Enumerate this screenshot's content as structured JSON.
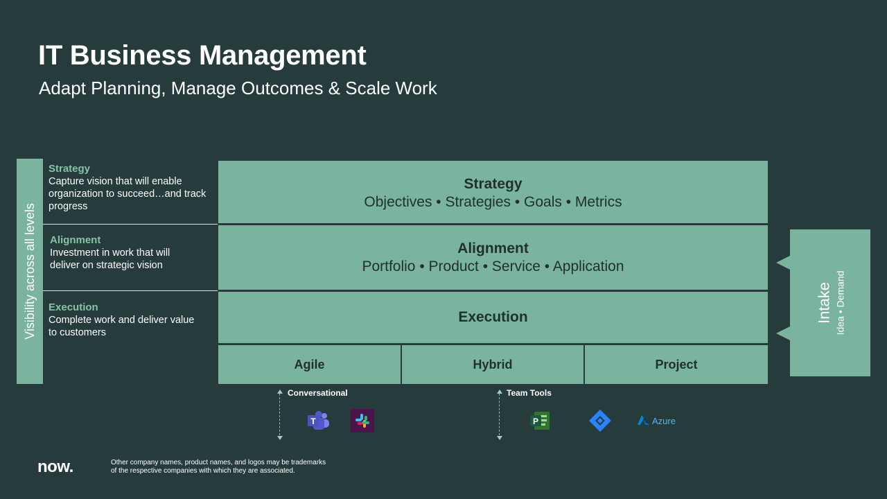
{
  "title": "IT Business Management",
  "subtitle": "Adapt Planning, Manage Outcomes & Scale Work",
  "visibility_label": "Visibility across all levels",
  "left_sections": [
    {
      "heading": "Strategy",
      "text": "Capture vision that will enable organization to succeed…and track progress"
    },
    {
      "heading": "Alignment",
      "text": "Investment in work that will deliver on strategic vision"
    },
    {
      "heading": "Execution",
      "text": "Complete work and deliver value to customers"
    }
  ],
  "blocks": {
    "strategy": {
      "title": "Strategy",
      "items": "Objectives • Strategies • Goals • Metrics"
    },
    "alignment": {
      "title": "Alignment",
      "items": "Portfolio • Product • Service • Application"
    },
    "execution": {
      "title": "Execution"
    },
    "methods": [
      "Agile",
      "Hybrid",
      "Project"
    ]
  },
  "intake": {
    "title": "Intake",
    "items": "Idea • Demand"
  },
  "tools": {
    "conversational": {
      "label": "Conversational",
      "logos": [
        "teams-icon",
        "slack-icon"
      ]
    },
    "team_tools": {
      "label": "Team Tools",
      "logos": [
        "ms-project-icon",
        "jira-icon"
      ],
      "azure_label": "Azure"
    }
  },
  "footer": {
    "logo": "now.",
    "note_line1": "Other company names, product names, and logos may be trademarks",
    "note_line2": "of the respective companies with which they are associated."
  },
  "colors": {
    "background": "#263b3c",
    "block": "#7ab49e",
    "accent_heading": "#86c2a9"
  }
}
